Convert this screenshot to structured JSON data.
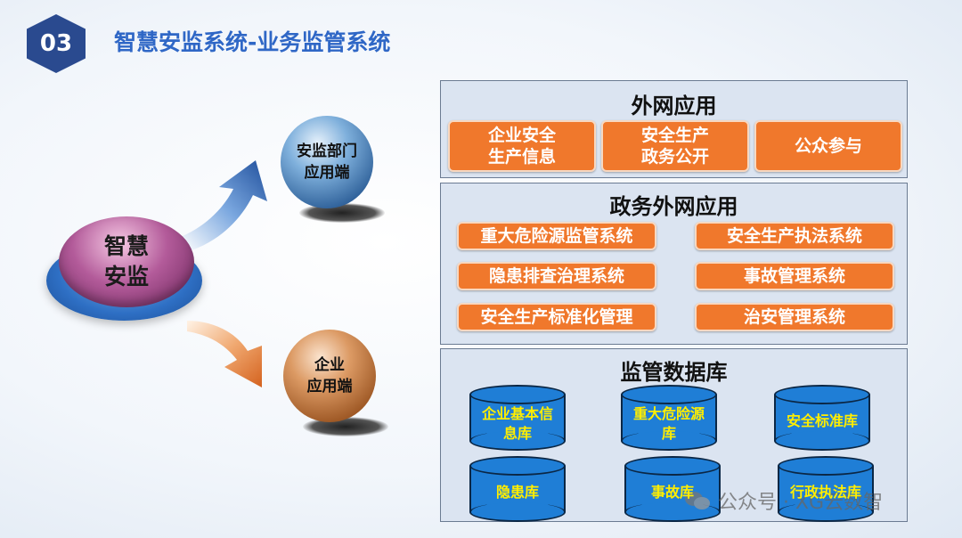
{
  "header": {
    "number": "03",
    "title": "智慧安监系统-业务监管系统"
  },
  "hub": {
    "line1": "智慧",
    "line2": "安监"
  },
  "nodes": {
    "supervision": {
      "line1": "安监部门",
      "line2": "应用端"
    },
    "enterprise": {
      "line1": "企业",
      "line2": "应用端"
    }
  },
  "external": {
    "title": "外网应用",
    "buttons": [
      {
        "line1": "企业安全",
        "line2": "生产信息"
      },
      {
        "line1": "安全生产",
        "line2": "政务公开"
      },
      {
        "line1": "公众参与",
        "line2": ""
      }
    ]
  },
  "gov": {
    "title": "政务外网应用",
    "items": [
      "重大危险源监管系统",
      "安全生产执法系统",
      "隐患排查治理系统",
      "事故管理系统",
      "安全生产标准化管理",
      "治安管理系统"
    ]
  },
  "db": {
    "title": "监管数据库",
    "items": [
      {
        "line1": "企业基本信",
        "line2": "息库"
      },
      {
        "line1": "重大危险源",
        "line2": "库"
      },
      {
        "line1": "安全标准库",
        "line2": ""
      },
      {
        "line1": "隐患库",
        "line2": ""
      },
      {
        "line1": "事故库",
        "line2": ""
      },
      {
        "line1": "行政执法库",
        "line2": ""
      }
    ]
  },
  "watermark": {
    "text": "公众号 · XG云数智"
  },
  "colors": {
    "accent": "#2f67c6",
    "orange": "#f0782c",
    "db_blue": "#1f7ed6",
    "db_text": "#ffee00"
  }
}
